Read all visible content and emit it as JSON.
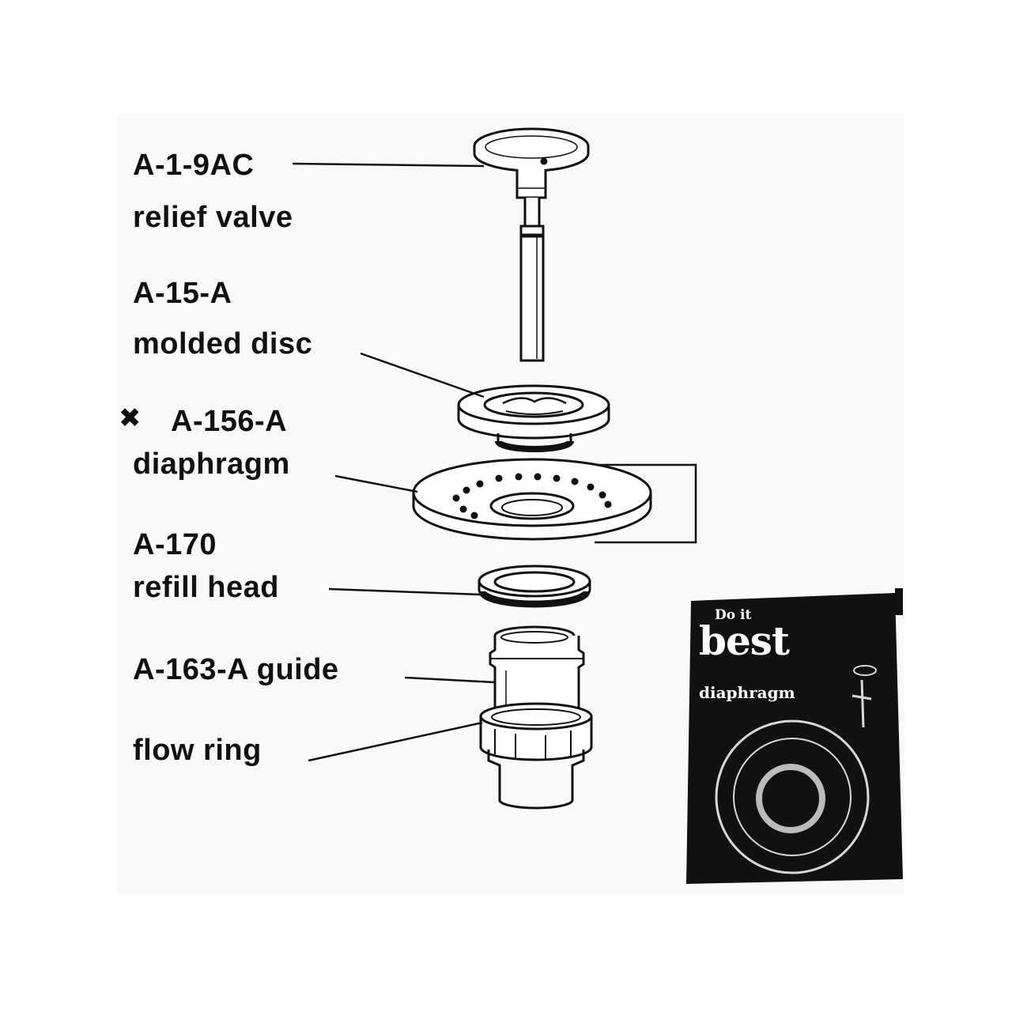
{
  "callouts": [
    {
      "code": "A-1-9AC",
      "name": "relief valve"
    },
    {
      "code": "A-15-A",
      "name": "molded disc"
    },
    {
      "code": "A-156-A",
      "name": "diaphragm",
      "marker": "✖"
    },
    {
      "code": "A-170",
      "name": "refill head"
    },
    {
      "code": "A-163-A guide"
    },
    {
      "name": "flow ring"
    }
  ],
  "package": {
    "brand_top": "Do it",
    "brand_main": "best",
    "product": "diaphragm"
  }
}
